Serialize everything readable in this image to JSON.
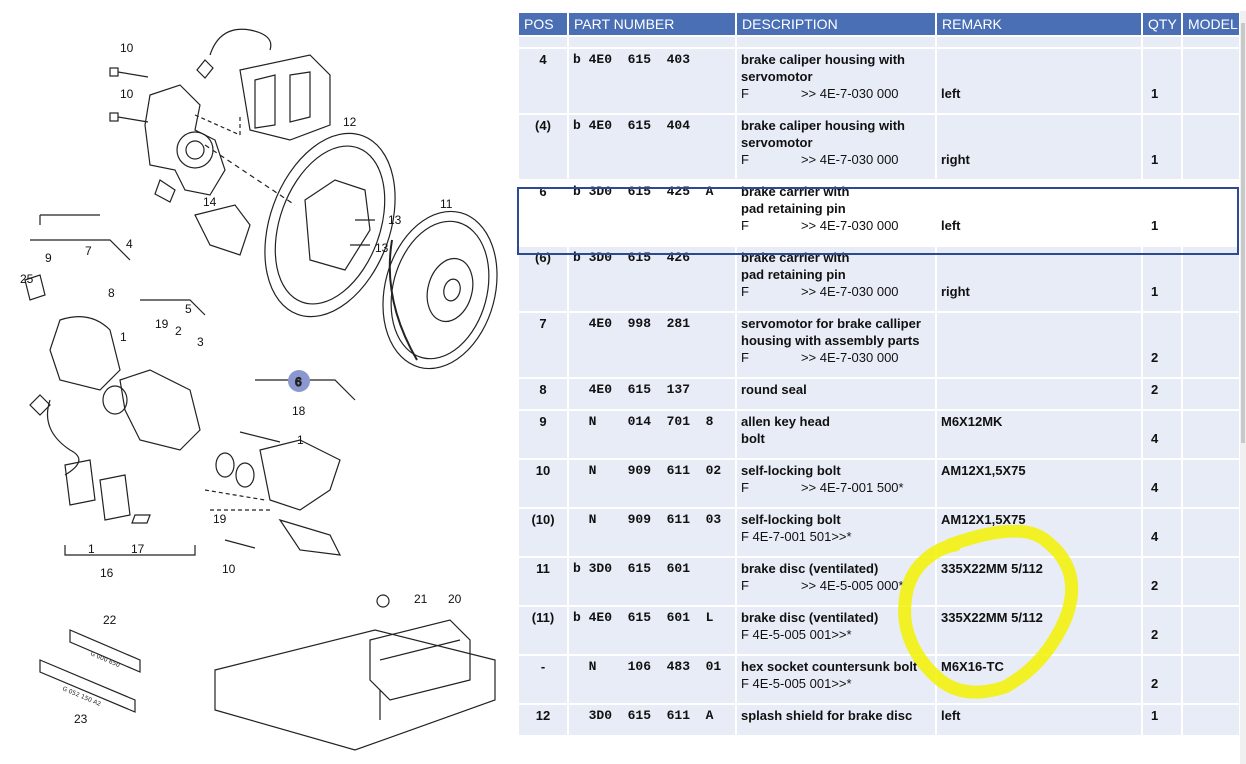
{
  "diagram": {
    "callouts": [
      "10",
      "10",
      "12",
      "14",
      "13",
      "13",
      "11",
      "4",
      "7",
      "9",
      "25",
      "8",
      "5",
      "1",
      "19",
      "2",
      "3",
      "6",
      "18",
      "1",
      "19",
      "1",
      "17",
      "16",
      "10",
      "22",
      "23",
      "21",
      "20"
    ],
    "selected_callout": "6",
    "tube1_text": "G 000 650",
    "tube2_text": "G 052 150 A2"
  },
  "table": {
    "headers": {
      "pos": "POS",
      "part_number": "PART NUMBER",
      "description": "DESCRIPTION",
      "remark": "REMARK",
      "qty": "QTY",
      "model": "MODEL"
    },
    "rows": [
      {
        "pos": "4",
        "pn": "b 4E0  615  403",
        "desc1": "brake caliper housing with",
        "desc2": "servomotor",
        "d3l": "F",
        "d3r": ">> 4E-7-030 000",
        "remark": "left",
        "qty": "1"
      },
      {
        "pos": "(4)",
        "pn": "b 4E0  615  404",
        "desc1": "brake caliper housing with",
        "desc2": "servomotor",
        "d3l": "F",
        "d3r": ">> 4E-7-030 000",
        "remark": "right",
        "qty": "1"
      },
      {
        "pos": "6",
        "pn": "b 3D0  615  425  A",
        "desc1": "brake carrier with",
        "desc2": "pad retaining pin",
        "d3l": "F",
        "d3r": ">> 4E-7-030 000",
        "remark": "left",
        "qty": "1"
      },
      {
        "pos": "(6)",
        "pn": "b 3D0  615  426",
        "desc1": "brake carrier with",
        "desc2": "pad retaining pin",
        "d3l": "F",
        "d3r": ">> 4E-7-030 000",
        "remark": "right",
        "qty": "1"
      },
      {
        "pos": "7",
        "pn": "  4E0  998  281",
        "desc1": "servomotor for brake calliper",
        "desc2": "housing with assembly parts",
        "d3l": "F",
        "d3r": ">> 4E-7-030 000",
        "remark": "",
        "qty": "2"
      },
      {
        "pos": "8",
        "pn": "  4E0  615  137",
        "desc1": "round seal",
        "remark": "",
        "qty": "2"
      },
      {
        "pos": "9",
        "pn": "  N    014  701  8",
        "desc1": "allen key head",
        "desc2": "bolt",
        "remark": "M6X12MK",
        "qty": "4"
      },
      {
        "pos": "10",
        "pn": "  N    909  611  02",
        "desc1": "self-locking bolt",
        "d3l": "F",
        "d3r": ">> 4E-7-001 500*",
        "remark": "AM12X1,5X75",
        "qty": "4"
      },
      {
        "pos": "(10)",
        "pn": "  N    909  611  03",
        "desc1": "self-locking bolt",
        "d4": "F 4E-7-001 501>>*",
        "remark": "AM12X1,5X75",
        "qty": "4"
      },
      {
        "pos": "11",
        "pn": "b 3D0  615  601",
        "desc1": "brake disc (ventilated)",
        "d3l": "F",
        "d3r": ">> 4E-5-005 000*",
        "remark": "335X22MM 5/112",
        "qty": "2"
      },
      {
        "pos": "(11)",
        "pn": "b 4E0  615  601  L",
        "desc1": "brake disc (ventilated)",
        "d4": "F 4E-5-005 001>>*",
        "remark": "335X22MM 5/112",
        "qty": "2"
      },
      {
        "pos": "-",
        "pn": "  N    106  483  01",
        "desc1": "hex socket countersunk bolt",
        "d4": "F 4E-5-005 001>>*",
        "remark": "M6X16-TC",
        "qty": "2"
      },
      {
        "pos": "12",
        "pn": "  3D0  615  611  A",
        "desc1": "splash shield for brake disc",
        "remark": "left",
        "qty": "1"
      }
    ]
  },
  "colors": {
    "header_bg": "#4a6fb4",
    "row_bg": "#e8ecf7",
    "selection_border": "#2b4a8f",
    "highlighter": "#f2f200",
    "callout_badge": "#8a98cf"
  }
}
